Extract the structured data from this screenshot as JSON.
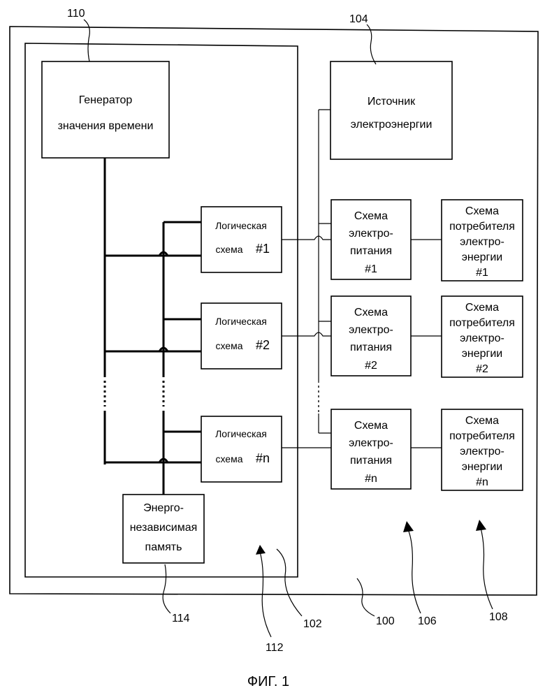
{
  "blocks": {
    "time_generator": [
      "Генератор",
      "значения времени"
    ],
    "power_source": [
      "Источник",
      "электроэнергии"
    ],
    "logic_1": [
      "Логическая",
      "схема",
      "#1"
    ],
    "logic_2": [
      "Логическая",
      "схема",
      "#2"
    ],
    "logic_n": [
      "Логическая",
      "схема",
      "#n"
    ],
    "supply_1": [
      "Схема",
      "электро-",
      "питания",
      "#1"
    ],
    "supply_2": [
      "Схема",
      "электро-",
      "питания",
      "#2"
    ],
    "supply_n": [
      "Схема",
      "электро-",
      "питания",
      "#n"
    ],
    "consumer_1": [
      "Схема",
      "потребителя",
      "электро-",
      "энергии",
      "#1"
    ],
    "consumer_2": [
      "Схема",
      "потребителя",
      "электро-",
      "энергии",
      "#2"
    ],
    "consumer_n": [
      "Схема",
      "потребителя",
      "электро-",
      "энергии",
      "#n"
    ],
    "nv_memory": [
      "Энерго-",
      "независимая",
      "память"
    ]
  },
  "refs": {
    "r110": "110",
    "r104": "104",
    "r114": "114",
    "r102": "102",
    "r112": "112",
    "r100": "100",
    "r106": "106",
    "r108": "108"
  },
  "caption": "ФИГ. 1"
}
